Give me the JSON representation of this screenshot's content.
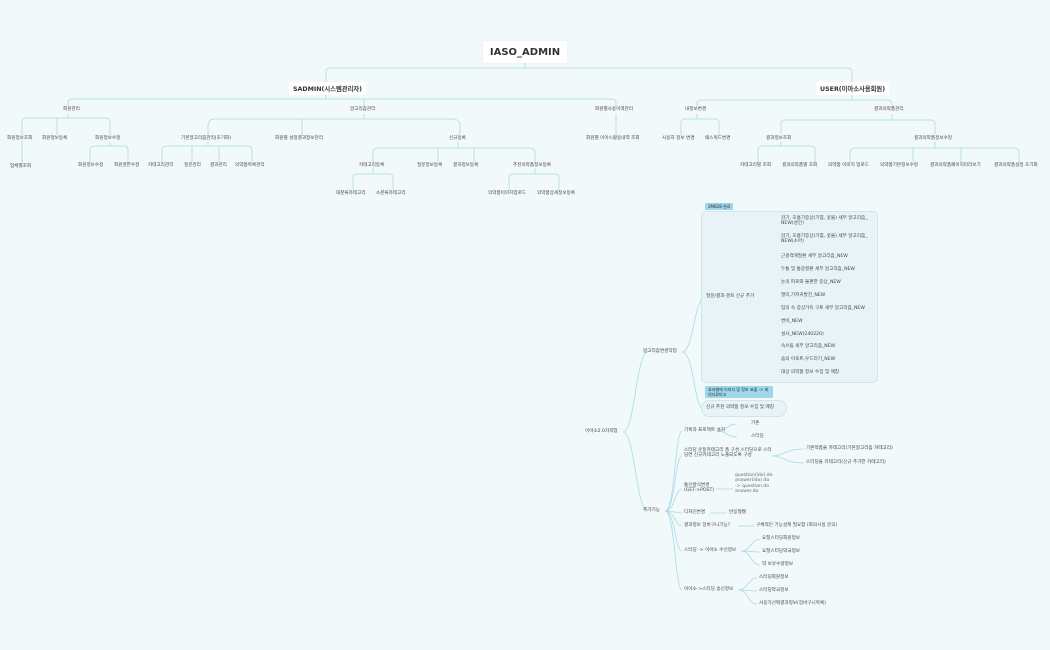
{
  "root": "IASO_ADMIN",
  "sadmin": {
    "title": "SADMIN(시스템관리자)",
    "member_mgmt": {
      "title": "회원관리",
      "list": "회원정보조회",
      "history": "업체별조회",
      "register": "회원정보등록",
      "edit": "회원정보수정",
      "edit_children": [
        "회원정보수정",
        "회원권한수정"
      ]
    },
    "algo": {
      "title": "알고리즘관리",
      "basic": "기본알고리즘관리(초기화)",
      "basic_children": [
        "카테고리관리",
        "질문관리",
        "결과관리",
        "의약품목록관리"
      ],
      "settings": "회원별 설정결과정보관리",
      "new": "신규등록",
      "category": "카테고리등록",
      "category_children": [
        "대분류카테고리",
        "소분류카테고리"
      ],
      "question": "질문정보등록",
      "result": "결과정보등록",
      "recommend": "추천의약품정보등록",
      "recommend_children": [
        "의약품이미지업로드",
        "의약품상세정보등록"
      ]
    },
    "usage": {
      "title": "회원별사용이력관리",
      "child": "회원별 이아스활용내역 조회"
    }
  },
  "user": {
    "title": "USER(이아소사용회원)",
    "myinfo": {
      "title": "내정보변경",
      "children": [
        "사용자 정보 변경",
        "패스워드변경"
      ]
    },
    "drug": {
      "title": "결과의약품관리",
      "list": "결과정보조회",
      "list_children": [
        "카테고리별 조회",
        "결과의약품별 조회"
      ],
      "edit": "결과의약품정보수정",
      "edit_children": [
        "의약품 이미지 업로드",
        "의약품기본정보수정",
        "결과의약품페이지미리보기",
        "결과의약품설정 초기화"
      ]
    }
  },
  "iaso": {
    "title": "이아소2.0차작업",
    "algo_work": {
      "title": "알고리즘변경작업",
      "tag1": "2MB28 완료",
      "group": "질문/결과 경로 신규 추가",
      "items": [
        "감기, 호흡기증상(기침, 콧물) 세부 알고리즘_ NEW(성인)",
        "감기, 호흡기증상(기침, 콧물) 세부 알고리즘_ NEW(소아)",
        "근골격계질환 세부 알고리즘_NEW",
        "두통 및 통증질환 세부 알고리즘_NEW",
        "눈의 피로와 불편한 증상_NEW",
        "멀미,기저귀발진_NEW",
        "입의 속 증상가득 구토 세부 알고리즘_NEW",
        "변비_NEW",
        "설사_NEW(240220)",
        "속쓰림 세부 알고리즘_NEW",
        "숨의 이로트,우드러기_NEW",
        "대상 의약품 정보 수집 및 매칭"
      ],
      "tag2": "효과별에 이미지 및 정보 표출 -> 회의자료비고",
      "last": "신규 추천 의약품 정보 수집 및 매칭"
    },
    "add": {
      "title": "추가기능",
      "p1": "기획과 프로젝트 설치",
      "p1_children": [
        "기존",
        "스터딩"
      ],
      "p2": "스터딩 운동카테고리 폼 구성 스터딩으로 스터딩면 신규카테고리 노출되도록 구성",
      "p2_children": [
        "기존약품을 카테고리(기본알고리즘 카테고리)",
        "스터딩을 카테고리(신규 추가한 카테고리)"
      ],
      "p3": "통신방식변경 (GET->POST)",
      "p3_child": "question(idx).do answer(idx).do -> question.do answer.do",
      "p4": "디자인변경",
      "p4_child": "반응형웹",
      "p5": "결과정보 장바구니기능?",
      "p5_child": "구체적인 기능설계 필요함 (회의시실 문의)",
      "p6": "스터딩 -> 이아소 수신정보",
      "p6_children": [
        "요청스터딩회원정보",
        "요청스터딩약국정보",
        "약 보유수량정보"
      ],
      "p7": "이아소->스터딩 송신정보",
      "p7_children": [
        "스터딩회원정보",
        "스터딩약국정보",
        "사용가선택결과정보(장바구니목록)"
      ]
    }
  }
}
